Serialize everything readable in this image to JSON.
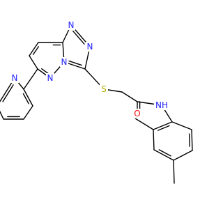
{
  "molecule": {
    "colors": {
      "bond": "#000000",
      "N": "#1f1fff",
      "S": "#b2b200",
      "O": "#ff0d0d",
      "background": "#ffffff"
    },
    "atom_labels": {
      "N1": "N",
      "N2": "N",
      "N3": "N",
      "N4": "N",
      "N5": "N",
      "S": "S",
      "O": "O",
      "NH": "NH"
    }
  }
}
